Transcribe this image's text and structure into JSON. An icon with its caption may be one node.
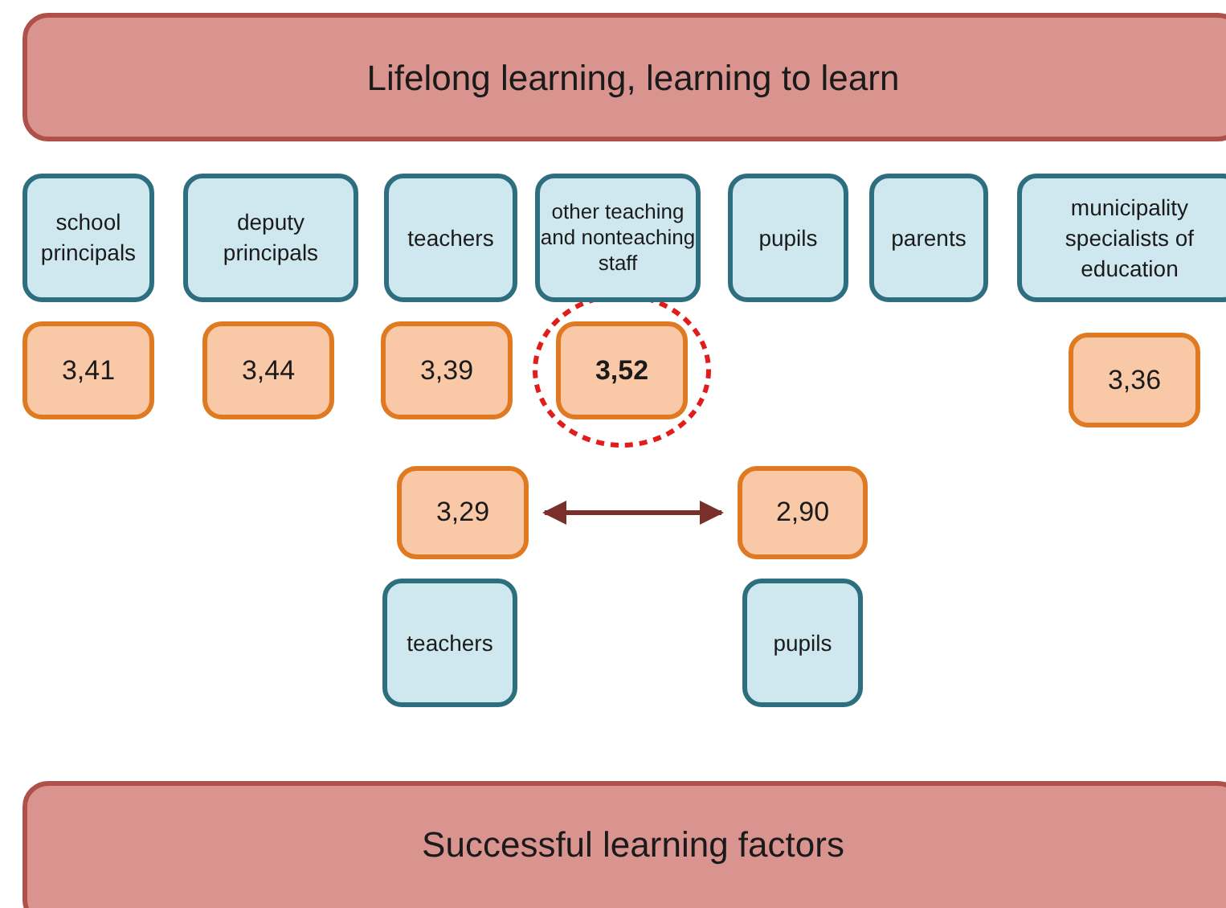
{
  "diagram": {
    "nodes": [
      {
        "text": [
          "Lifelong learning, learning to learn"
        ]
      },
      {
        "text": [
          "school principals"
        ]
      },
      {
        "text": [
          "deputy principals"
        ]
      },
      {
        "text": [
          "teachers"
        ]
      },
      {
        "text": [
          "other teaching and nonteaching staff"
        ]
      },
      {
        "text": [
          "pupils"
        ]
      },
      {
        "text": [
          "parents"
        ]
      },
      {
        "text": [
          "municipality specialists of education"
        ]
      },
      {
        "text": [
          "3,41"
        ]
      },
      {
        "text": [
          "3,44"
        ]
      },
      {
        "text": [
          "3,39"
        ]
      },
      {
        "text": [
          "3,52"
        ]
      },
      {
        "text": [
          "3,36"
        ]
      },
      {
        "text": [
          "3,29"
        ]
      },
      {
        "text": [
          "2,90"
        ]
      },
      {
        "text": [
          "teachers"
        ]
      },
      {
        "text": [
          "pupils"
        ]
      },
      {
        "text": [
          "Successful learning factors"
        ]
      }
    ],
    "edges": [
      {
        "from": 13,
        "to": 14,
        "arrow": "both",
        "color": "#7b2f2b"
      }
    ]
  }
}
